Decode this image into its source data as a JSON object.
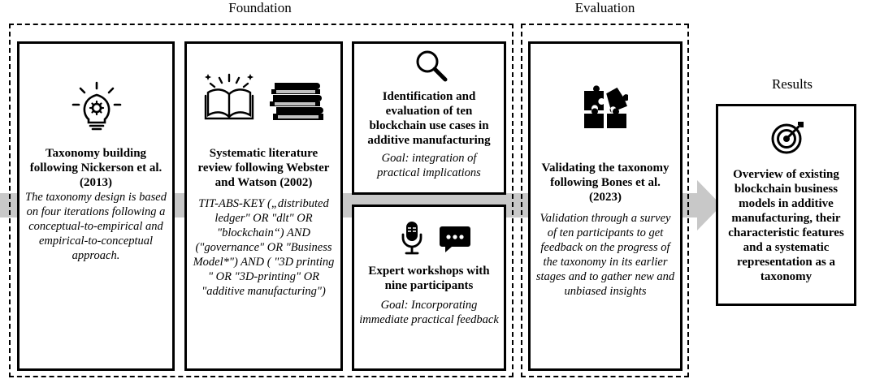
{
  "sections": {
    "foundation": "Foundation",
    "evaluation": "Evaluation",
    "results": "Results"
  },
  "boxes": {
    "taxonomy": {
      "icon": "lightbulb-gear-icon",
      "title": "Taxonomy building following Nickerson et al. (2013)",
      "body": "The taxonomy design is based on four iterations following a conceptual-to-empirical and empirical-to-conceptual approach."
    },
    "literature": {
      "icons": [
        "open-book-icon",
        "book-stack-icon"
      ],
      "title": "Systematic literature review following Webster and Watson (2002)",
      "body": "TIT-ABS-KEY („distributed ledger\" OR \"dlt\" OR \"blockchain“) AND (\"governance\" OR \"Business Model*\") AND ( \"3D printing \" OR \"3D-printing\" OR \"additive manufacturing\")"
    },
    "usecases": {
      "icon": "magnifier-icon",
      "title": "Identification and evaluation of ten blockchain use cases in additive manufacturing",
      "body": "Goal: integration of practical implications"
    },
    "workshops": {
      "icons": [
        "microphone-icon",
        "chat-bubble-icon"
      ],
      "title": "Expert workshops with nine participants",
      "body": "Goal: Incorporating immediate practical feedback"
    },
    "validation": {
      "icon": "puzzle-icon",
      "title": "Validating the taxonomy following Bones et al. (2023)",
      "body": "Validation through a survey of ten participants to get feedback on the progress of the taxonomy in its earlier stages and to gather new and unbiased insights"
    },
    "results": {
      "icon": "target-icon",
      "title": "Overview of existing blockchain business models in additive manufacturing, their characteristic features and a systematic representation as a taxonomy"
    }
  },
  "colors": {
    "arrow": "#c8c8c8",
    "border": "#000000"
  }
}
